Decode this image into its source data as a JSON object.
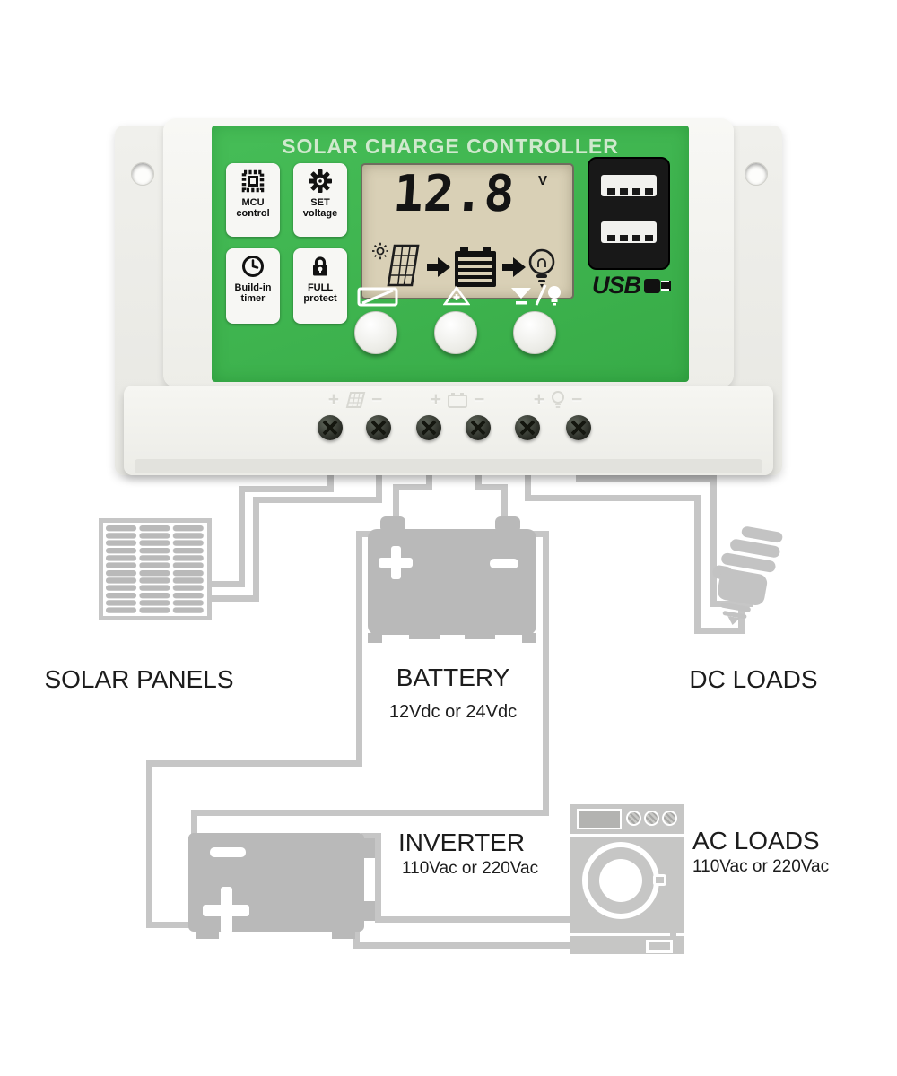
{
  "device": {
    "title": "SOLAR CHARGE CONTROLLER",
    "badges": [
      {
        "name": "mcu-control",
        "line1": "MCU",
        "line2": "control"
      },
      {
        "name": "set-voltage",
        "line1": "SET",
        "line2": "voltage"
      },
      {
        "name": "build-in-timer",
        "line1": "Build-in",
        "line2": "timer"
      },
      {
        "name": "full-protect",
        "line1": "FULL",
        "line2": "protect"
      }
    ],
    "lcd": {
      "value": "12.8",
      "unit": "V"
    },
    "usb_logo": "USB",
    "terminals": [
      {
        "plus": "+",
        "minus": "−",
        "icon": "solar-panel-icon"
      },
      {
        "plus": "+",
        "minus": "−",
        "icon": "battery-icon"
      },
      {
        "plus": "+",
        "minus": "−",
        "icon": "lamp-icon"
      }
    ]
  },
  "diagram": {
    "solar_panels": {
      "label": "SOLAR PANELS"
    },
    "battery": {
      "label": "BATTERY",
      "spec": "12Vdc or 24Vdc",
      "plus": "+",
      "minus": "−"
    },
    "dc_loads": {
      "label": "DC LOADS"
    },
    "inverter": {
      "label": "INVERTER",
      "spec": "110Vac or 220Vac",
      "plus": "+",
      "minus": "−"
    },
    "ac_loads": {
      "label": "AC LOADS",
      "spec": "110Vac or 220Vac"
    }
  },
  "colors": {
    "panel_green": "#3cb44e",
    "lcd_beige": "#d9d0b6",
    "wire_gray": "#c6c6c6",
    "icon_gray": "#b9b9b9"
  }
}
